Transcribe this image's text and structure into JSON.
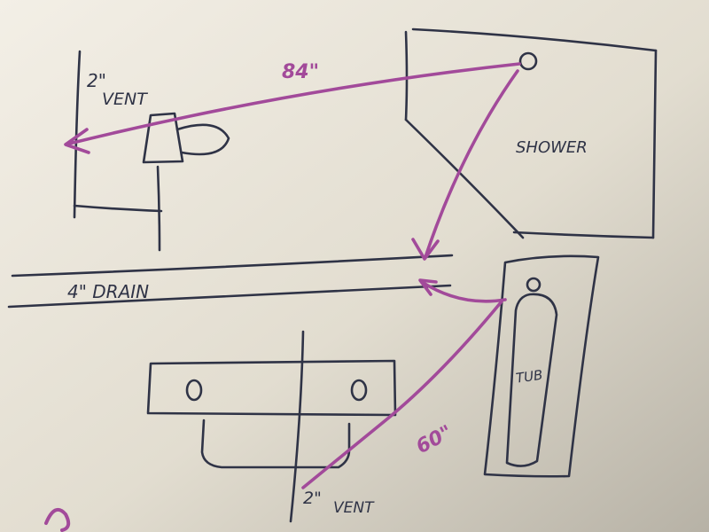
{
  "colors": {
    "paper": "#e9e4d8",
    "pencil": "#2f3346",
    "marker": "#a24a9a"
  },
  "labels": {
    "vent_size_top": "2\"",
    "vent_word_top": "VENT",
    "pipe_length_top": "84\"",
    "shower": "SHOWER",
    "drain": "4\" DRAIN",
    "tub": "TUB",
    "pipe_length_bottom": "60\"",
    "vent_size_bottom": "2\"",
    "vent_word_bottom": "VENT"
  }
}
